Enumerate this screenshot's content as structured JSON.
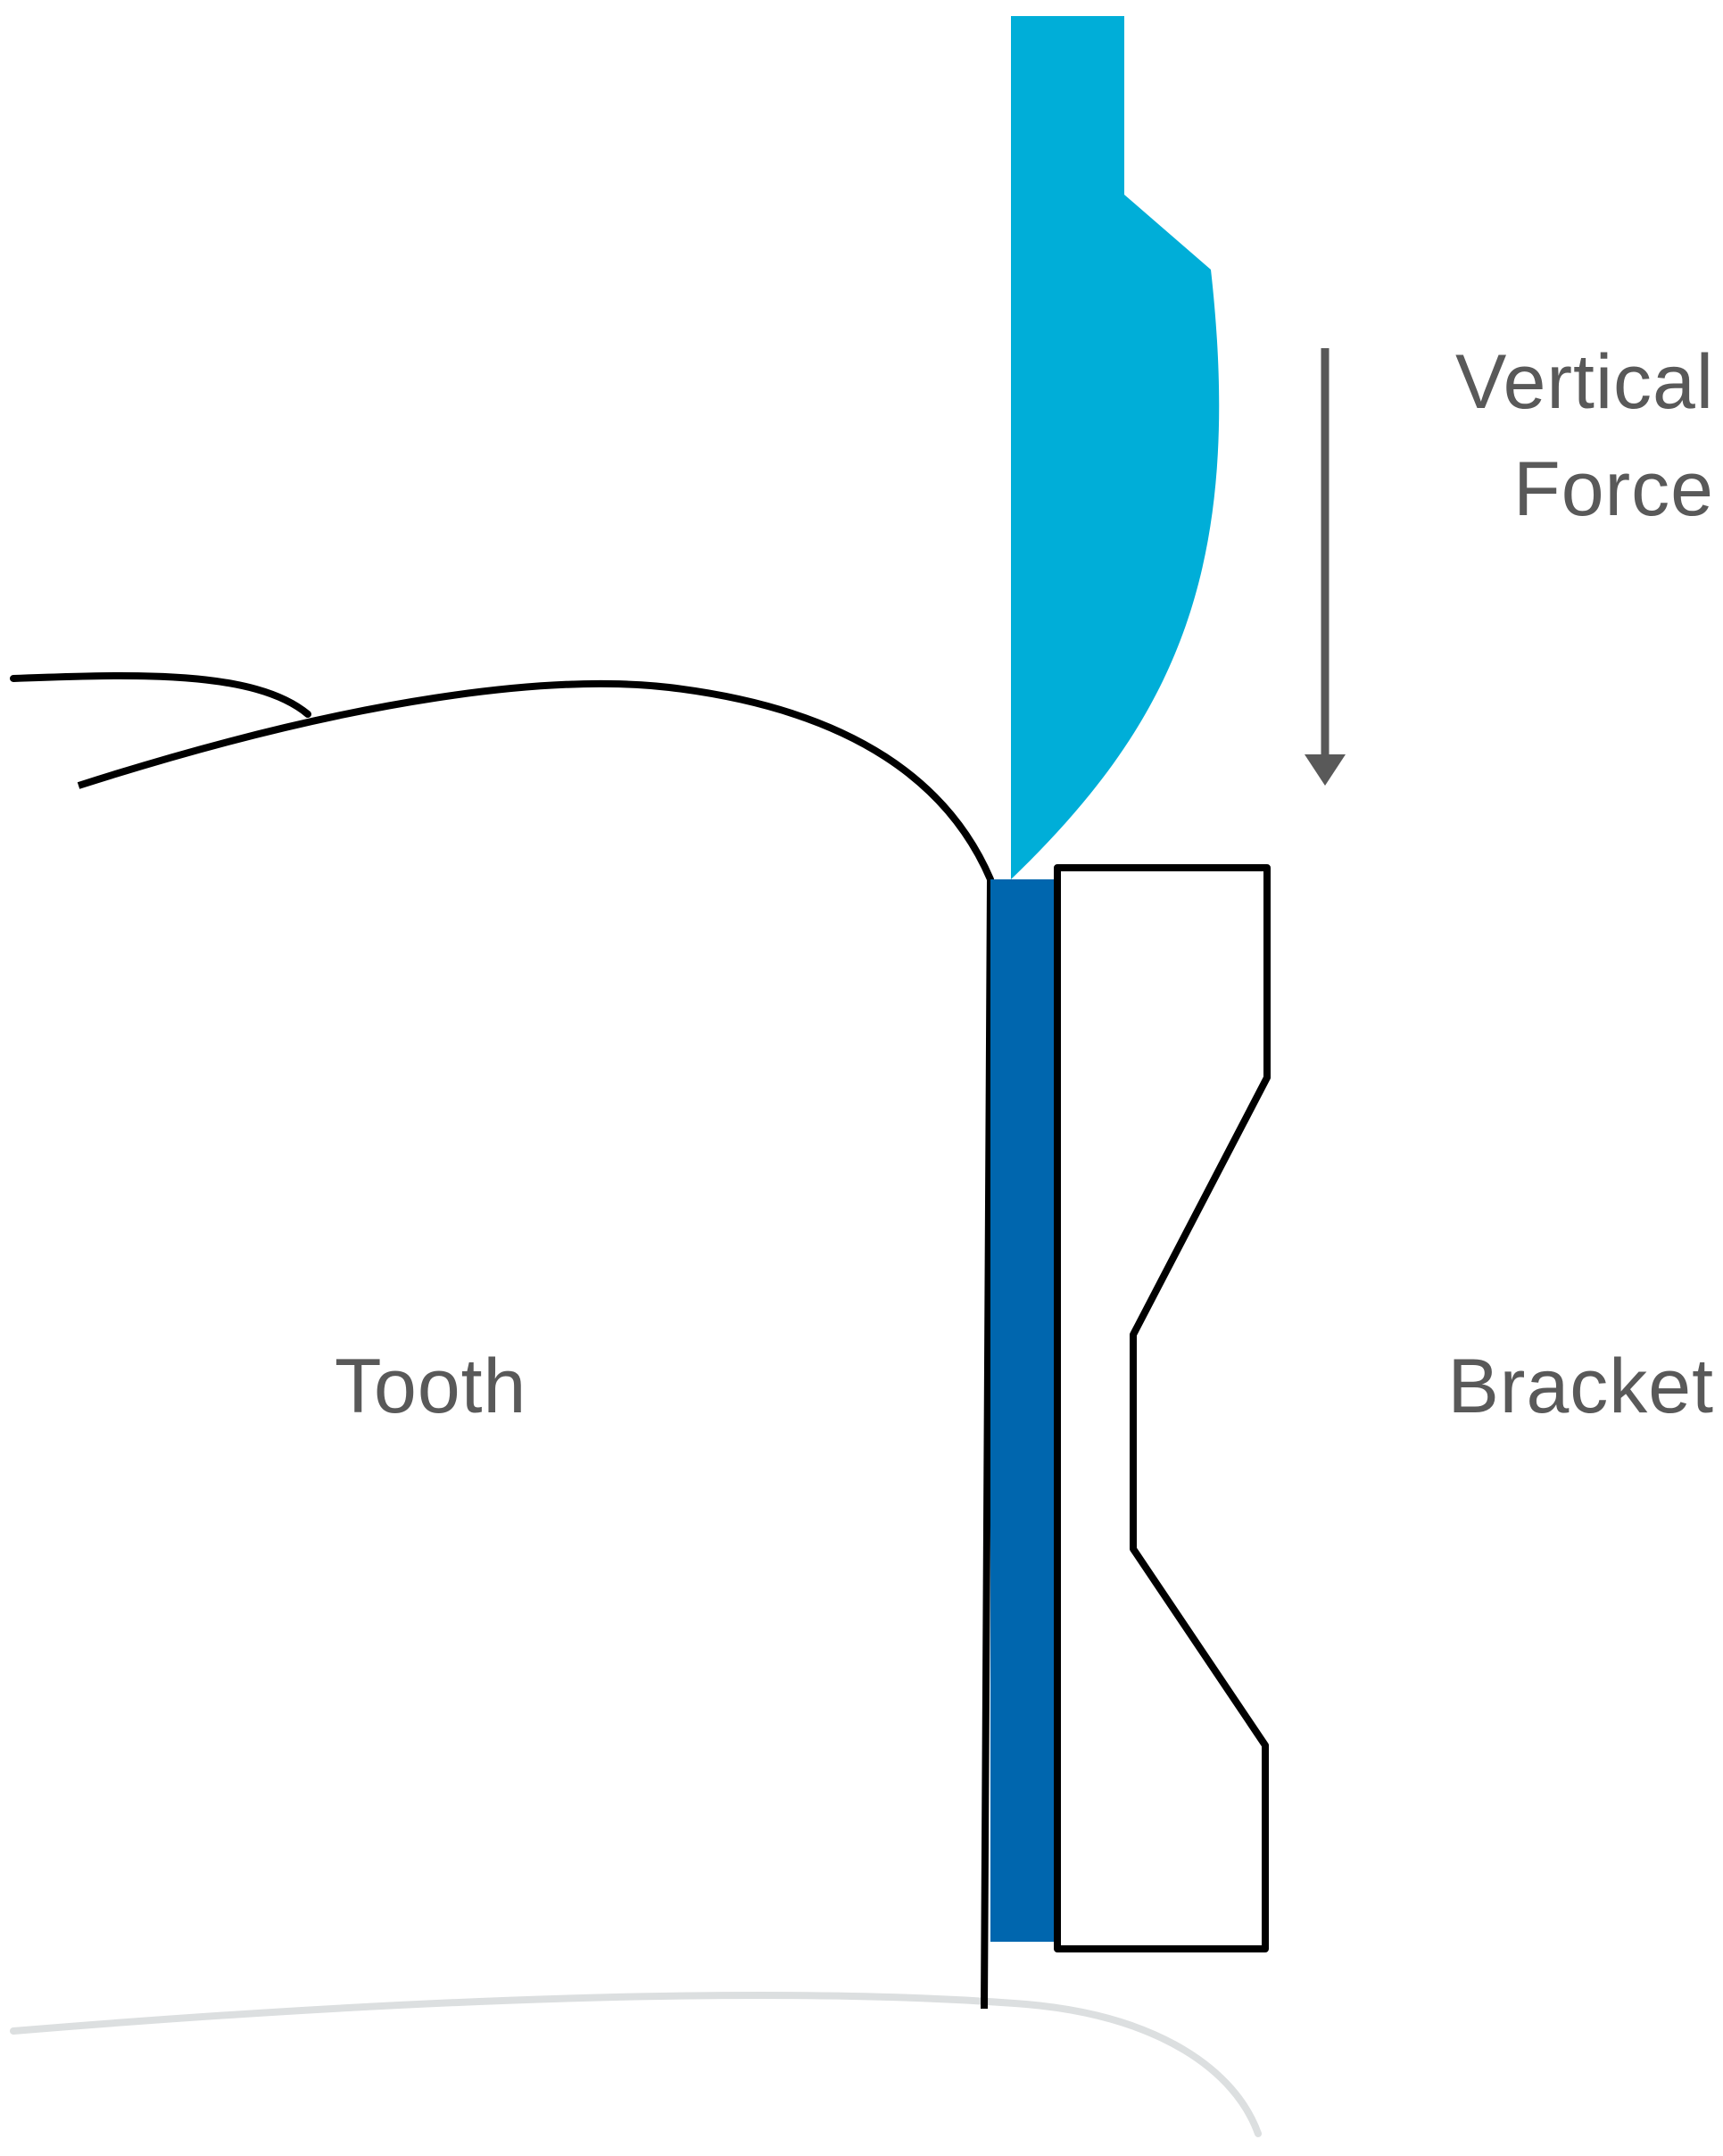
{
  "labels": {
    "vertical": "Vertical",
    "force": "Force",
    "tooth": "Tooth",
    "bracket": "Bracket"
  },
  "colors": {
    "instrument": "#00aed8",
    "adhesive": "#0066ae",
    "outline": "#000000",
    "arrow": "#595959",
    "gum": "#dcdfe0",
    "text": "#595959"
  }
}
